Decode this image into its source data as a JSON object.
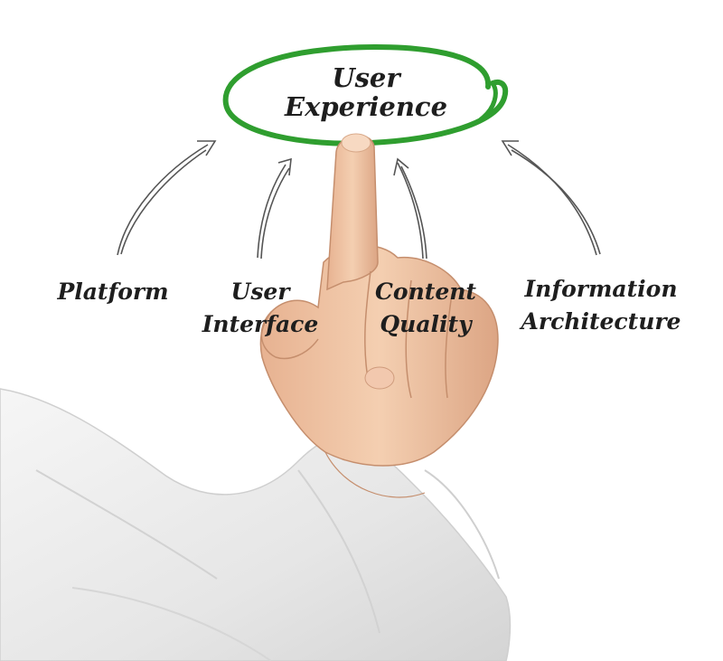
{
  "center": {
    "line1": "User",
    "line2": "Experience",
    "ring_color": "#2f9e2f"
  },
  "components": [
    {
      "line1": "Platform",
      "line2": ""
    },
    {
      "line1": "User",
      "line2": "Interface"
    },
    {
      "line1": "Content",
      "line2": "Quality"
    },
    {
      "line1": "Information",
      "line2": "Architecture"
    }
  ],
  "colors": {
    "text": "#1e1e1e",
    "arrow": "#555555",
    "skin": "#f0c6a6",
    "sleeve": "#e9e9e9"
  }
}
